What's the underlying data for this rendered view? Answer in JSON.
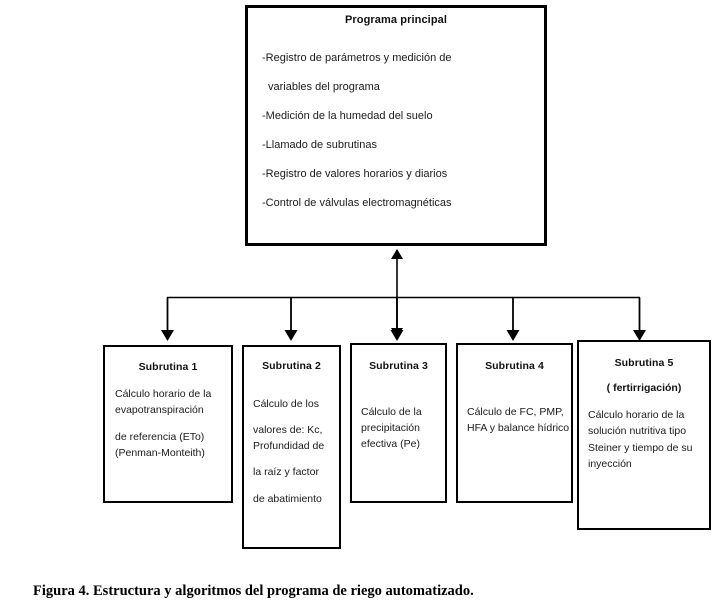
{
  "figure": {
    "caption": "Figura 4. Estructura y algoritmos del programa de riego automatizado."
  },
  "main_box": {
    "title": "Programa principal",
    "lines": [
      "-Registro de parámetros y medición de",
      "variables del programa",
      "-Medición de la humedad del suelo",
      "-Llamado de subrutinas",
      "-Registro de valores horarios y diarios",
      "-Control de  válvulas electromagnéticas"
    ]
  },
  "subroutines": [
    {
      "title": "Subrutina 1",
      "lines_a": [
        "Cálculo horario de la",
        "evapotranspiración"
      ],
      "lines_b": [
        "de referencia (ETo)",
        "(Penman-Monteith)"
      ]
    },
    {
      "title": "Subrutina 2",
      "lines_a": [
        "Cálculo de los"
      ],
      "lines_b": [
        "valores de: Kc,",
        "Profundidad de"
      ],
      "lines_c": [
        "la raíz y factor"
      ],
      "lines_d": [
        "de abatimiento"
      ]
    },
    {
      "title": "Subrutina 3",
      "lines_a": [
        "Cálculo de la",
        "precipitación",
        "efectiva (Pe)"
      ]
    },
    {
      "title": "Subrutina 4",
      "lines_a": [
        "Cálculo de FC, PMP,",
        "HFA y balance hídrico"
      ]
    },
    {
      "title": "Subrutina 5",
      "subtitle": "( fertirrigación)",
      "lines_a": [
        "Cálculo horario de la",
        "solución nutritiva tipo",
        "Steiner y tiempo de su",
        "inyección"
      ]
    }
  ],
  "connectors": {
    "bus_label": "horizontal-distribution-bus",
    "vertical_label": "bidirectional-main-connector",
    "drop_count": 5
  },
  "colors": {
    "line": "#000000",
    "background": "#ffffff",
    "text": "#111111"
  }
}
